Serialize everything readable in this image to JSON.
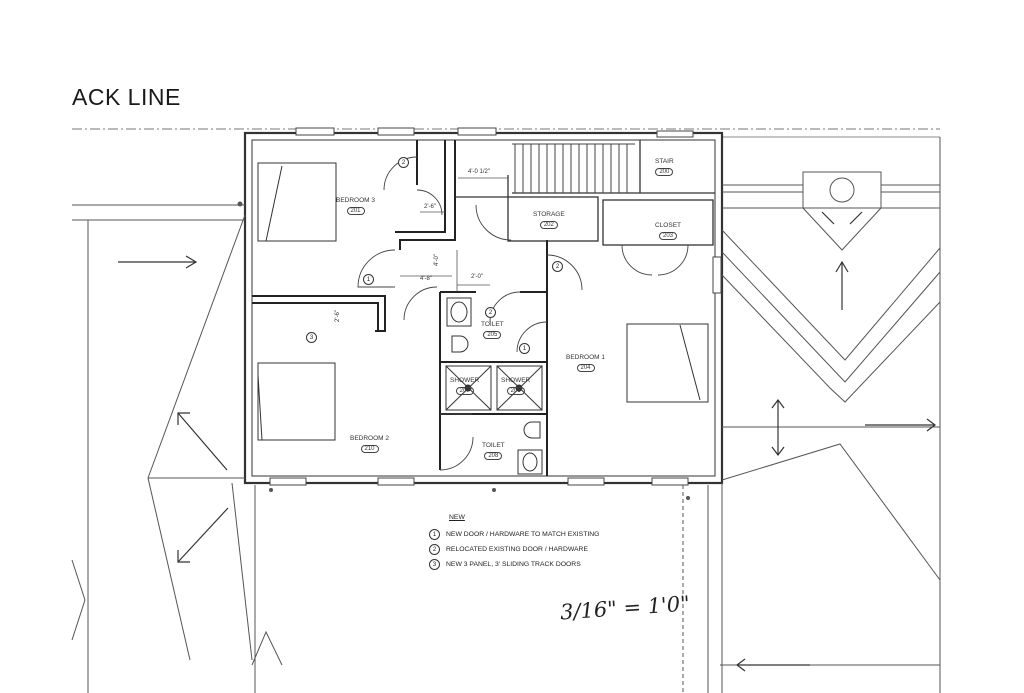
{
  "title": "ACK LINE",
  "rooms": {
    "bedroom3": {
      "name": "BEDROOM 3",
      "number": "201"
    },
    "storage": {
      "name": "STORAGE",
      "number": "202"
    },
    "closet": {
      "name": "CLOSET",
      "number": "203"
    },
    "stair": {
      "name": "STAIR",
      "number": "200"
    },
    "bedroom1": {
      "name": "BEDROOM 1",
      "number": "204"
    },
    "toilet_a": {
      "name": "TOILET",
      "number": "205"
    },
    "toilet_b": {
      "name": "TOILET",
      "number": "208"
    },
    "bedroom2": {
      "name": "BEDROOM 2",
      "number": "210"
    },
    "shower_a": {
      "name": "SHOWER",
      "number": "207"
    },
    "shower_b": {
      "name": "SHOWER",
      "number": "206"
    }
  },
  "dimensions": {
    "stair_width": "4'-0 1/2\"",
    "closet_depth": "2'-6\"",
    "hall_width": "4'-8\"",
    "hall_depth": "4'-0\"",
    "door_gap": "2'-0\"",
    "slider_depth": "2'-6\""
  },
  "legend": {
    "header": "NEW",
    "items": [
      {
        "key": "1",
        "text": "NEW DOOR / HARDWARE TO MATCH EXISTING"
      },
      {
        "key": "2",
        "text": "RELOCATED EXISTING DOOR / HARDWARE"
      },
      {
        "key": "3",
        "text": "NEW 3 PANEL, 3' SLIDING TRACK DOORS"
      }
    ]
  },
  "door_tags": [
    "2",
    "1",
    "2",
    "2",
    "1",
    "3"
  ],
  "scale_note": "3/16\" = 1'0\""
}
